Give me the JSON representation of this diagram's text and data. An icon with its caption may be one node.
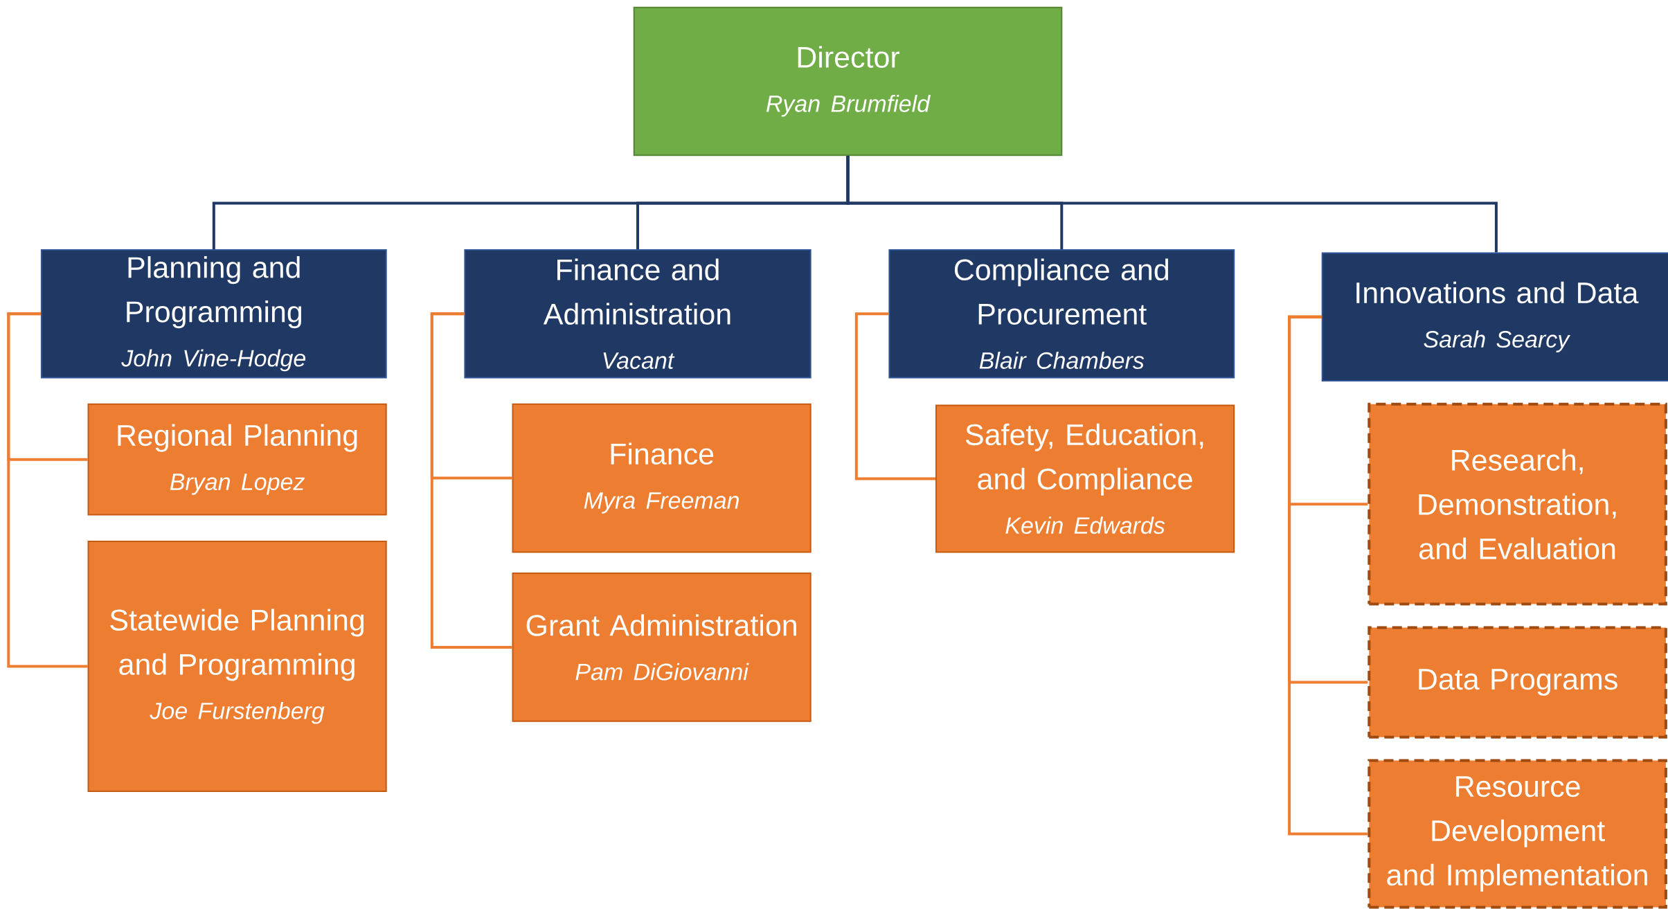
{
  "diagram": {
    "nodes": [
      {
        "text": [
          "Director",
          "Ryan Brumfield"
        ]
      },
      {
        "text": [
          "Planning and Programming",
          "John Vine-Hodge"
        ]
      },
      {
        "text": [
          "Finance and Administration",
          "Vacant"
        ]
      },
      {
        "text": [
          "Compliance and Procurement",
          "Blair Chambers"
        ]
      },
      {
        "text": [
          "Innovations and Data",
          "Sarah Searcy"
        ]
      },
      {
        "text": [
          "Regional Planning",
          "Bryan Lopez"
        ]
      },
      {
        "text": [
          "Statewide Planning and Programming",
          "Joe Furstenberg"
        ]
      },
      {
        "text": [
          "Finance",
          "Myra Freeman"
        ]
      },
      {
        "text": [
          "Grant Administration",
          "Pam DiGiovanni"
        ]
      },
      {
        "text": [
          "Safety, Education, and Compliance",
          "Kevin Edwards"
        ]
      },
      {
        "text": [
          "Research, Demonstration, and Evaluation"
        ]
      },
      {
        "text": [
          "Data Programs"
        ]
      },
      {
        "text": [
          "Resource Development and Implementation"
        ]
      }
    ],
    "edges": [
      {
        "from": 0,
        "to": 1,
        "arrow": "none",
        "color": "#1f3864"
      },
      {
        "from": 0,
        "to": 2,
        "arrow": "none",
        "color": "#1f3864"
      },
      {
        "from": 0,
        "to": 3,
        "arrow": "none",
        "color": "#1f3864"
      },
      {
        "from": 0,
        "to": 4,
        "arrow": "none",
        "color": "#1f3864"
      },
      {
        "from": 1,
        "to": 5,
        "arrow": "none"
      },
      {
        "from": 1,
        "to": 6,
        "arrow": "none"
      },
      {
        "from": 2,
        "to": 7,
        "arrow": "none"
      },
      {
        "from": 2,
        "to": 8,
        "arrow": "none"
      },
      {
        "from": 3,
        "to": 9,
        "arrow": "none"
      },
      {
        "from": 4,
        "to": 10,
        "arrow": "none"
      },
      {
        "from": 4,
        "to": 11,
        "arrow": "none"
      },
      {
        "from": 4,
        "to": 12,
        "arrow": "none"
      }
    ]
  }
}
